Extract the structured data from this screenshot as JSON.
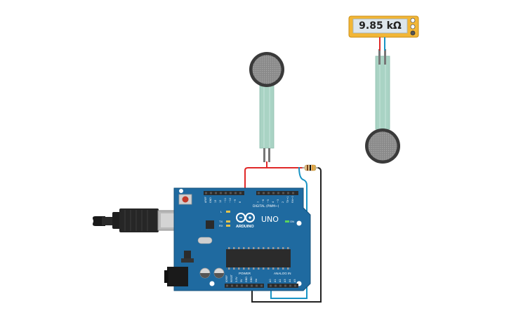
{
  "multimeter": {
    "reading": "9.85 kΩ"
  },
  "arduino": {
    "logo_text": "ARDUINO",
    "model": "UNO",
    "digital_header_label": "DIGITAL (PWM~)",
    "power_header_label": "POWER",
    "analog_header_label": "ANALOG IN",
    "on_label": "ON",
    "tx_label": "TX",
    "rx_label": "RX",
    "l_label": "L",
    "digital_pins": [
      "AREF",
      "GND",
      "13",
      "12",
      "~11",
      "~10",
      "~9",
      "8",
      "7",
      "~6",
      "~5",
      "4",
      "~3",
      "2",
      "TX→1",
      "RX←0"
    ],
    "power_pins": [
      "IOREF",
      "RESET",
      "3.3V",
      "5V",
      "GND",
      "GND",
      "Vin"
    ],
    "analog_pins": [
      "A0",
      "A1",
      "A2",
      "A3",
      "A4",
      "A5"
    ]
  },
  "colors": {
    "board": "#1f6aa0",
    "board_edge": "#16507a",
    "header": "#2b2b2b",
    "wire_red": "#e02828",
    "wire_black": "#222222",
    "wire_blue": "#1893c4",
    "meter_body": "#f2b636",
    "meter_screen": "#dde6ec",
    "sensor_strip": "#a9d3c4",
    "sensor_pad": "#7f7f7f"
  }
}
